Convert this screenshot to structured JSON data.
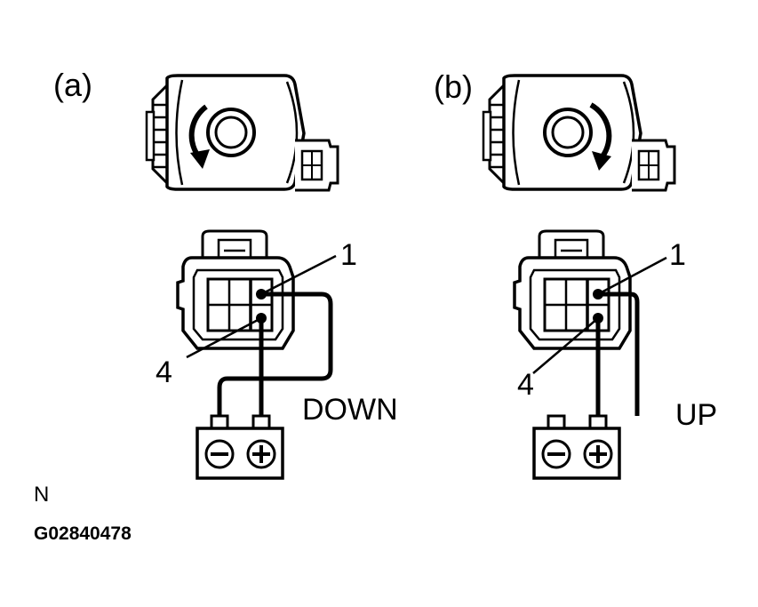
{
  "panels": [
    {
      "id": "a",
      "label": "(a)",
      "pin_top": "1",
      "pin_bottom": "4",
      "direction": "DOWN",
      "rotation": "counterclockwise",
      "battery_minus": "minus-symbol",
      "battery_plus": "plus-symbol"
    },
    {
      "id": "b",
      "label": "(b)",
      "pin_top": "1",
      "pin_bottom": "4",
      "direction": "UP",
      "rotation": "clockwise",
      "battery_minus": "minus-symbol",
      "battery_plus": "plus-symbol"
    }
  ],
  "footer": {
    "note": "N",
    "code": "G02840478"
  }
}
